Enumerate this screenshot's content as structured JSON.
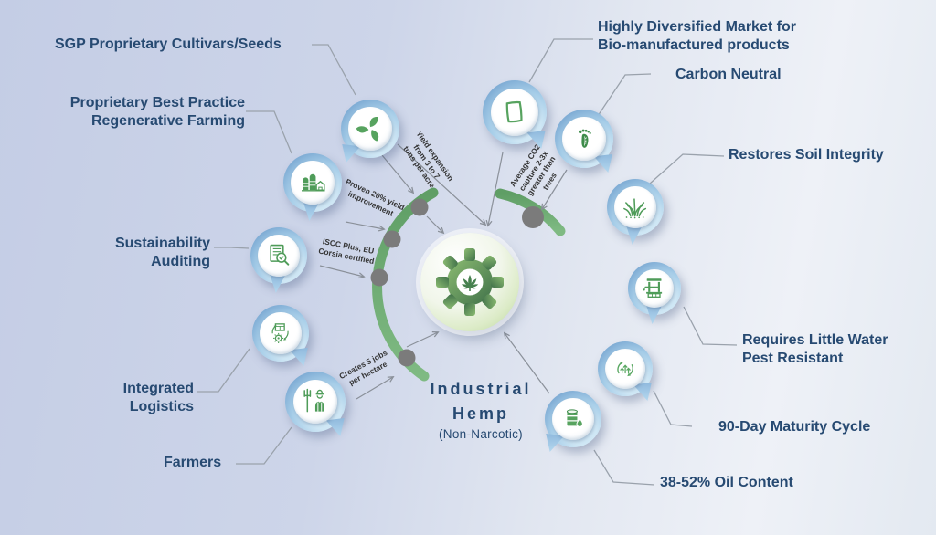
{
  "diagram_title": "Industrial Hemp value chain and benefits",
  "center": {
    "title_line1": "Industrial",
    "title_line2": "Hemp",
    "subtitle": "(Non-Narcotic)"
  },
  "labels": {
    "sgp": {
      "text": "SGP Proprietary Cultivars/Seeds"
    },
    "best_practice": {
      "line1": "Proprietary Best Practice",
      "line2": "Regenerative Farming"
    },
    "sustainability": {
      "line1": "Sustainability",
      "line2": "Auditing"
    },
    "logistics": {
      "line1": "Integrated",
      "line2": "Logistics"
    },
    "farmers": {
      "text": "Farmers"
    },
    "market": {
      "line1": "Highly Diversified Market for",
      "line2": "Bio-manufactured products"
    },
    "carbon": {
      "text": "Carbon Neutral"
    },
    "soil": {
      "text": "Restores Soil Integrity"
    },
    "water": {
      "line1": "Requires Little Water",
      "line2": "Pest Resistant"
    },
    "maturity": {
      "text": "90-Day Maturity Cycle"
    },
    "oil": {
      "text": "38-52% Oil Content"
    }
  },
  "annotations": {
    "yield": {
      "line1": "Yield expansion",
      "line2": "from 3 to 7",
      "line3": "tons per acre"
    },
    "proven": {
      "line1": "Proven 20% yield",
      "line2": "improvement"
    },
    "iscc": {
      "line1": "ISCC Plus, EU",
      "line2": "Corsia certified"
    },
    "jobs": {
      "line1": "Creates 5 jobs",
      "line2": "per hectare"
    },
    "co2": {
      "line1": "Average CO2",
      "line2": "capture 2-3x",
      "line3": "greater than",
      "line4": "trees"
    }
  },
  "icons": {
    "center": [
      "gear-icon",
      "hemp-leaf-icon"
    ],
    "bubbles": [
      "seeds-icon",
      "farm-icon",
      "audit-document-icon",
      "logistics-icon",
      "farmer-icon",
      "fabric-icon",
      "footprint-icon",
      "grass-icon",
      "water-well-icon",
      "growth-arrows-icon",
      "oil-barrel-icon"
    ]
  },
  "colors": {
    "label_navy": "#274a72",
    "icon_green": "#4f9c59",
    "arc_green": "#6ca870",
    "node_gray": "#7b7b7b",
    "bubble_blue": "#7fb0d8",
    "background_left": "#c4cde5",
    "background_right": "#eef1f7"
  }
}
